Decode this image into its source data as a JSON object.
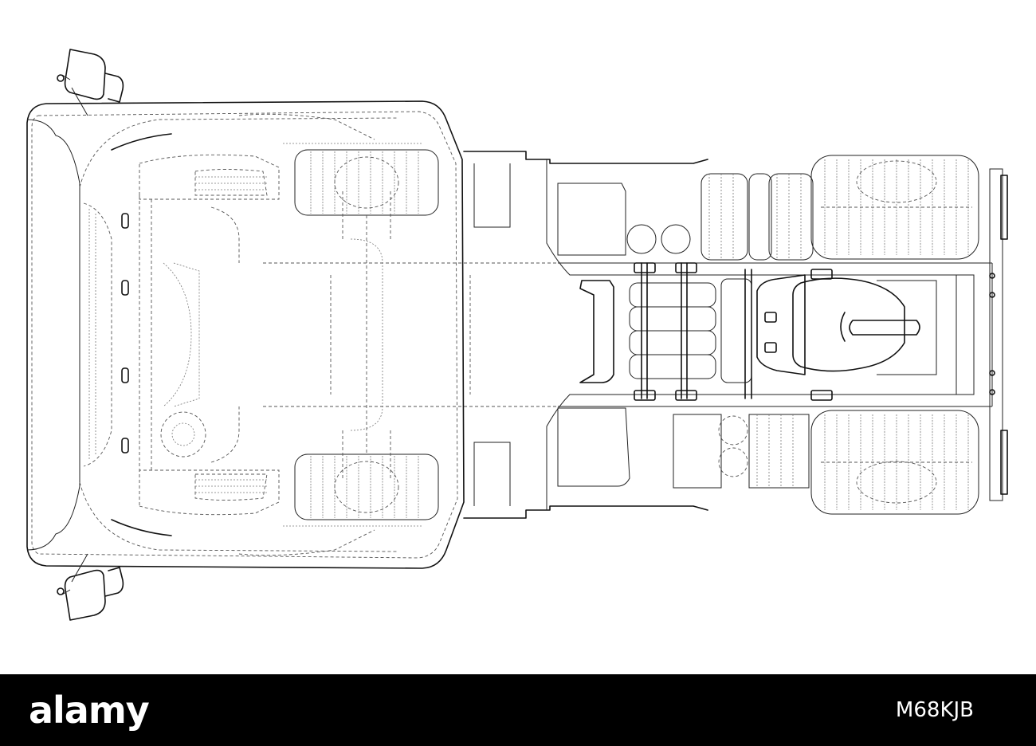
{
  "image": {
    "subject": "wireframe-truck-top-view",
    "background_color": "#ffffff",
    "line_color": "#111111"
  },
  "footer": {
    "brand": "alamy",
    "image_code": "M68KJB",
    "background_color": "#000000",
    "text_color": "#ffffff"
  }
}
